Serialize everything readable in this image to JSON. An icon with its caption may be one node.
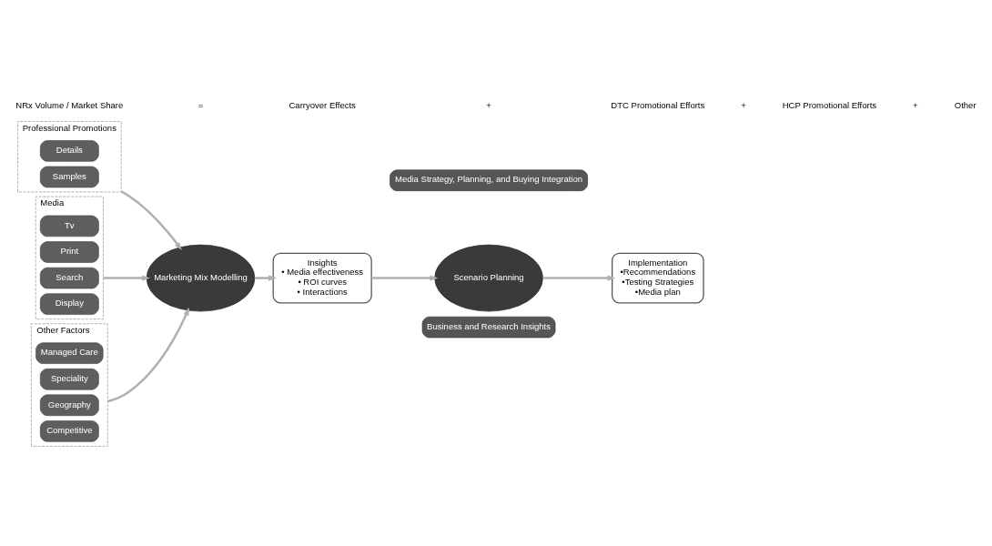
{
  "diagram": {
    "nodes": [
      {
        "text": [
          "Business and Research Insights"
        ]
      },
      {
        "text": [
          "Professional Promotions"
        ]
      },
      {
        "text": [
          "Details"
        ],
        "in": 1
      },
      {
        "text": [
          "Samples"
        ],
        "in": 1
      },
      {
        "text": [
          "Media"
        ]
      },
      {
        "text": [
          "Tv"
        ],
        "in": 4
      },
      {
        "text": [
          "Print"
        ],
        "in": 4
      },
      {
        "text": [
          "Search"
        ],
        "in": 4
      },
      {
        "text": [
          "Display"
        ],
        "in": 4
      },
      {
        "text": [
          "Marketing Mix Modelling"
        ]
      },
      {
        "text": [
          "Insights",
          "• Media effectiveness",
          "• ROI curves",
          "• Interactions"
        ]
      },
      {
        "text": [
          "Scenario Planning"
        ]
      },
      {
        "text": [
          "Implementation",
          "•Recommendations",
          "•Testing Strategies",
          "•Media plan"
        ]
      },
      {
        "text": [
          "Other Factors"
        ]
      },
      {
        "text": [
          "Managed Care"
        ],
        "in": 13
      },
      {
        "text": [
          "Speciality"
        ],
        "in": 13
      },
      {
        "text": [
          "Geography"
        ],
        "in": 13
      },
      {
        "text": [
          "Competitive"
        ],
        "in": 13
      },
      {
        "text": [
          "Media Strategy, Planning, and Buying Integration"
        ]
      }
    ],
    "edges": [
      {
        "from": 1,
        "to": 9,
        "arrow": "to"
      },
      {
        "from": 4,
        "to": 9,
        "arrow": "to"
      },
      {
        "from": 13,
        "to": 9,
        "arrow": "to"
      },
      {
        "from": 9,
        "to": 10,
        "arrow": "to"
      },
      {
        "from": 10,
        "to": 11,
        "arrow": "to"
      },
      {
        "from": 11,
        "to": 12,
        "arrow": "to"
      }
    ],
    "labels": [
      "NRx Volume / Market Share",
      "=",
      "Carryover Effects",
      "+",
      "DTC Promotional Efforts",
      "+",
      "HCP Promotional Efforts",
      "+",
      "Other"
    ]
  }
}
